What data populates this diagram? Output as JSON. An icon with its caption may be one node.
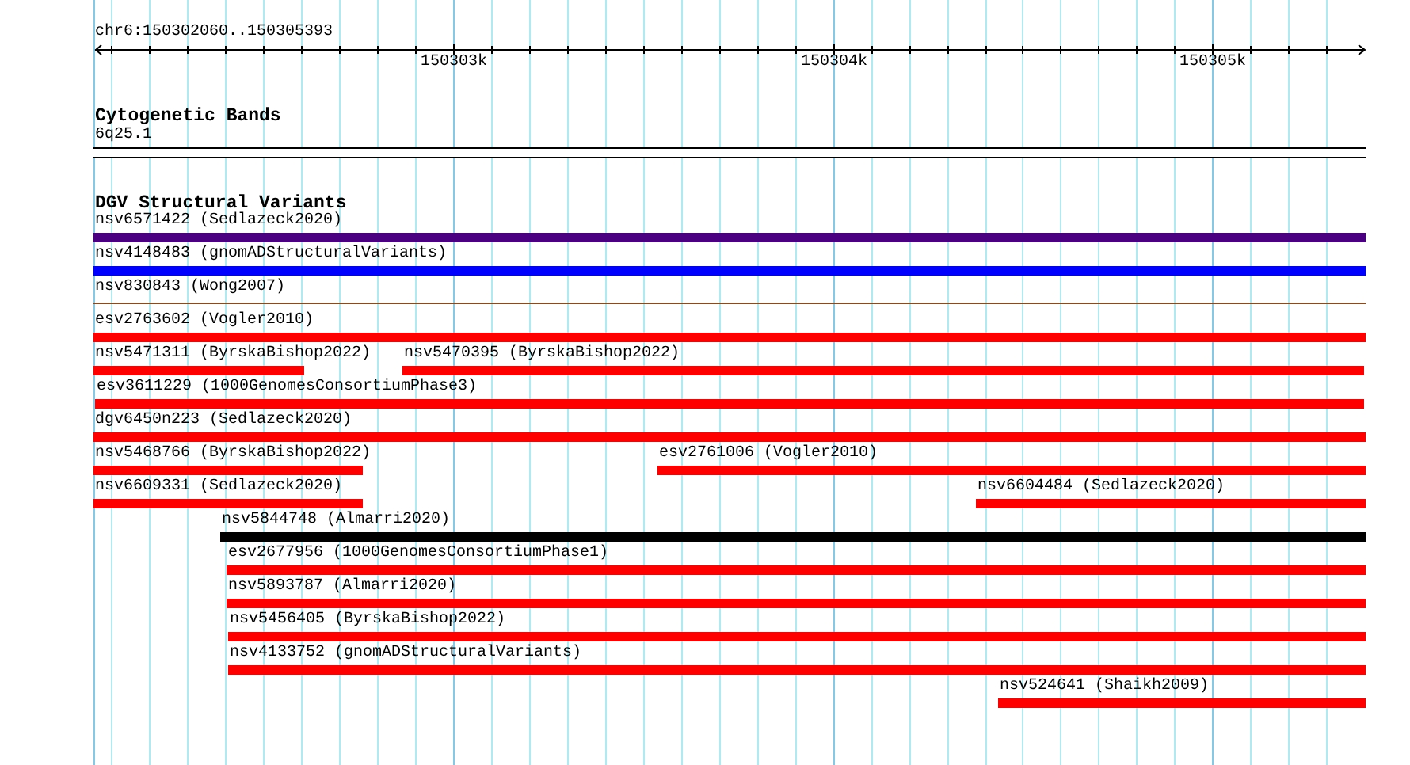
{
  "diagram": {
    "nodes": [
      {
        "text": [
          "6q25.1"
        ]
      },
      {
        "text": [
          "nsv6571422 (Sedlazeck2020)"
        ]
      },
      {
        "text": [
          "nsv4148483 (gnomADStructuralVariants)"
        ]
      },
      {
        "text": [
          "nsv830843 (Wong2007)"
        ]
      },
      {
        "text": [
          "esv2763602 (Vogler2010)"
        ]
      },
      {
        "text": [
          "nsv5471311 (ByrskaBishop2022)"
        ]
      },
      {
        "text": [
          "nsv5470395 (ByrskaBishop2022)"
        ]
      },
      {
        "text": [
          "esv3611229 (1000GenomesConsortiumPhase3)"
        ]
      },
      {
        "text": [
          "dgv6450n223 (Sedlazeck2020)"
        ]
      },
      {
        "text": [
          "nsv5468766 (ByrskaBishop2022)"
        ]
      },
      {
        "text": [
          "esv2761006 (Vogler2010)"
        ]
      },
      {
        "text": [
          "nsv6609331 (Sedlazeck2020)"
        ]
      },
      {
        "text": [
          "nsv6604484 (Sedlazeck2020)"
        ]
      },
      {
        "text": [
          "nsv5844748 (Almarri2020)"
        ]
      },
      {
        "text": [
          "esv2677956 (1000GenomesConsortiumPhase1)"
        ]
      },
      {
        "text": [
          "nsv5893787 (Almarri2020)"
        ]
      },
      {
        "text": [
          "nsv5456405 (ByrskaBishop2022)"
        ]
      },
      {
        "text": [
          "nsv4133752 (gnomADStructuralVariants)"
        ]
      },
      {
        "text": [
          "nsv524641 (Shaikh2009)"
        ]
      }
    ],
    "labels": [
      "chr6:150302060..150305393",
      "150303k",
      "150304k",
      "150305k",
      "Cytogenetic Bands",
      "DGV Structural Variants"
    ]
  }
}
